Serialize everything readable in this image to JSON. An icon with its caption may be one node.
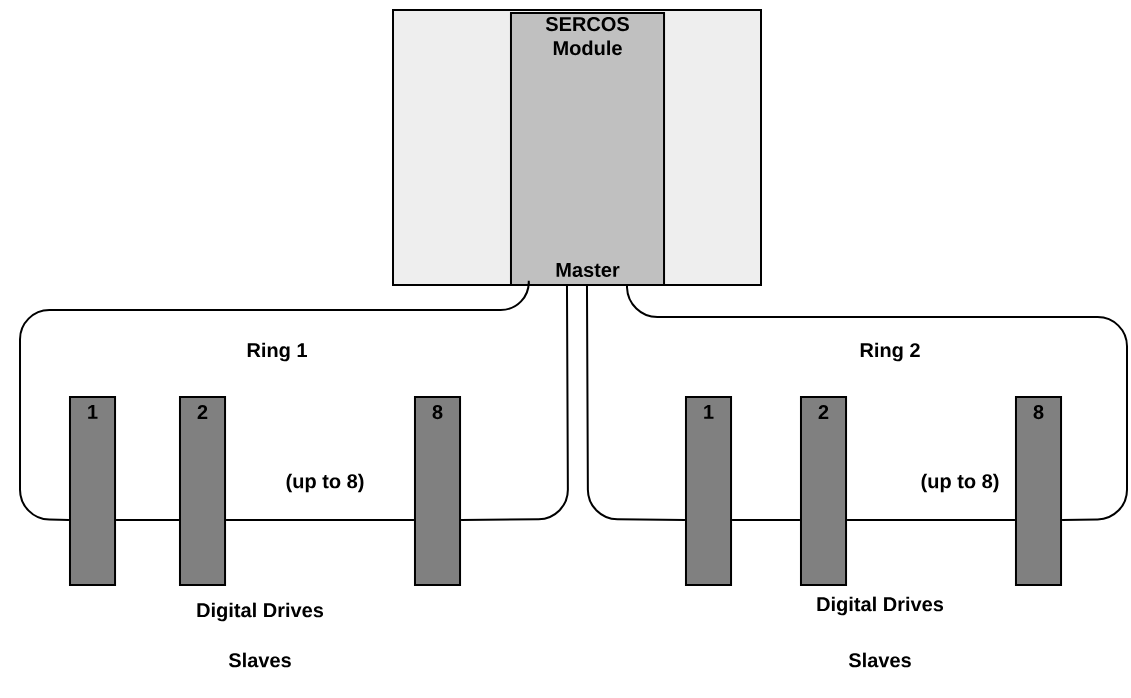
{
  "diagram": {
    "nodes": [
      {
        "text": [],
        "shape": "box"
      },
      {
        "text": [
          "SERCOS Module",
          "Master"
        ],
        "in": 0
      },
      {
        "text": [
          "1"
        ]
      },
      {
        "text": [
          "2"
        ]
      },
      {
        "text": [
          "8"
        ]
      },
      {
        "text": [
          "1"
        ]
      },
      {
        "text": [
          "2"
        ]
      },
      {
        "text": [
          "8"
        ]
      }
    ],
    "edges": [
      {
        "from": 1,
        "to": 2,
        "arrow": "none"
      },
      {
        "from": 2,
        "to": 3,
        "arrow": "none"
      },
      {
        "from": 3,
        "to": 4,
        "arrow": "none"
      },
      {
        "from": 4,
        "to": 1,
        "arrow": "none"
      },
      {
        "from": 1,
        "to": 5,
        "arrow": "none"
      },
      {
        "from": 5,
        "to": 6,
        "arrow": "none"
      },
      {
        "from": 6,
        "to": 7,
        "arrow": "none"
      },
      {
        "from": 7,
        "to": 1,
        "arrow": "none"
      }
    ],
    "labels": [
      "Ring 1",
      "Ring 2",
      "(up to 8)",
      "(up to 8)",
      "Digital Drives",
      "Digital Drives",
      "Slaves",
      "Slaves"
    ]
  }
}
